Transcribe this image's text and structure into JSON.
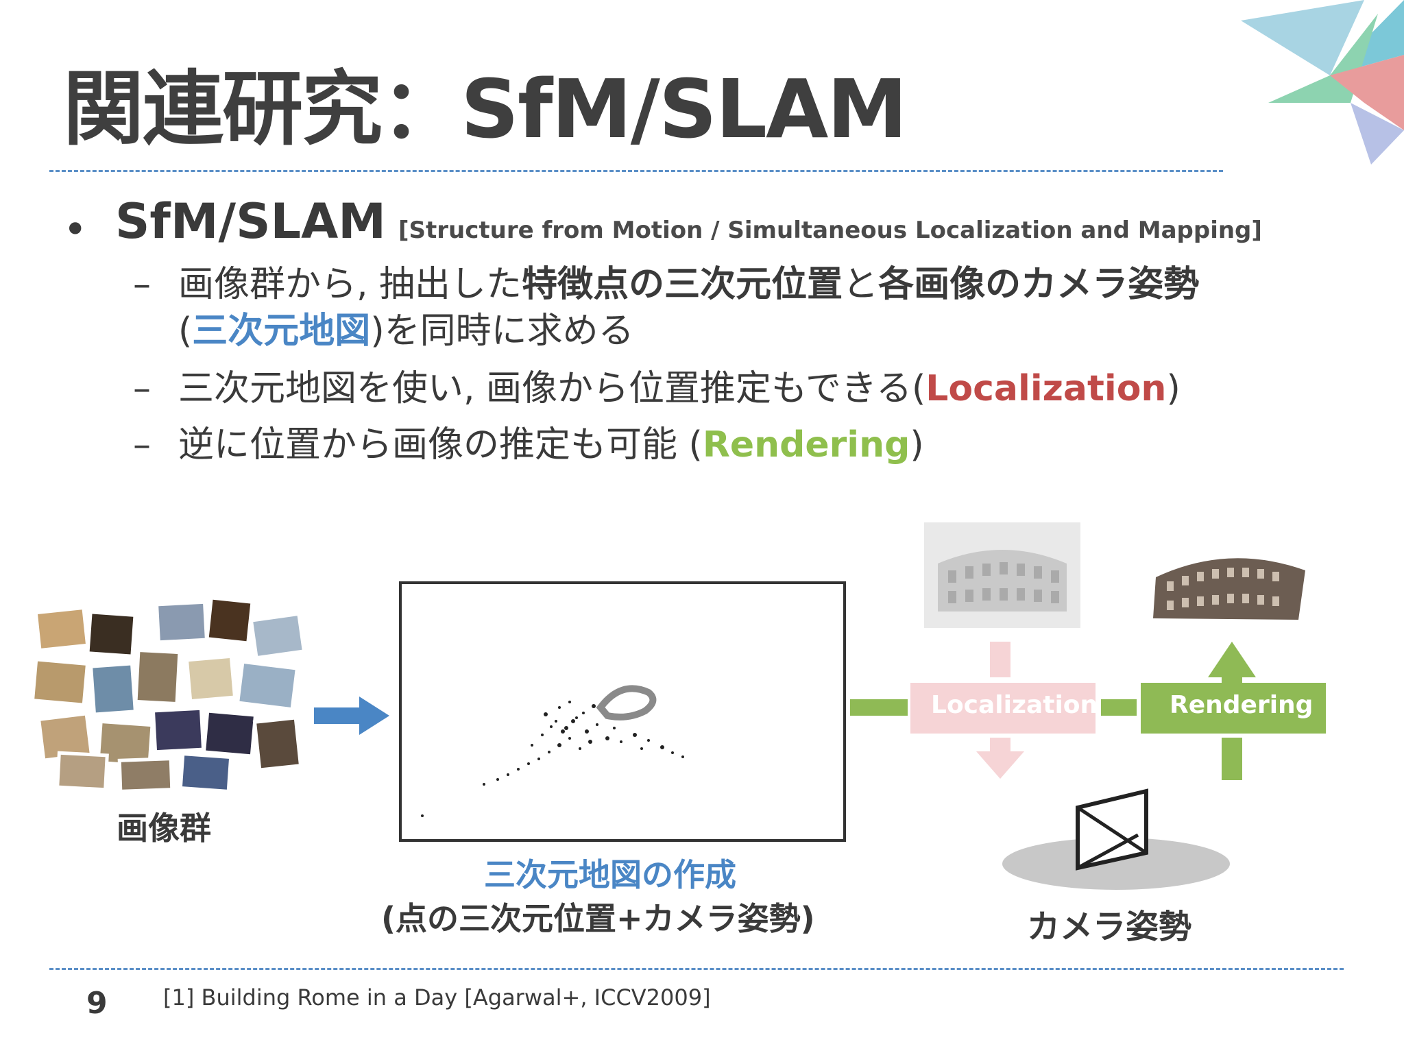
{
  "slide": {
    "title": "関連研究：SfM/SLAM",
    "page_number": "9",
    "footnote": "[1] Building Rome in a Day [Agarwal+, ICCV2009]"
  },
  "bullet": {
    "marker": "•",
    "heading": "SfM/SLAM",
    "heading_note": "[Structure from Motion / Simultaneous Localization and Mapping]",
    "dash": "–",
    "line1": {
      "part1": "画像群から, 抽出した",
      "bold1": "特徴点の三次元位置",
      "part2": "と",
      "bold2": "各画像のカメラ姿勢"
    },
    "line1b": {
      "open": "(",
      "blue": "三次元地図",
      "close": ")を同時に求める"
    },
    "line2": {
      "text": "三次元地図を使い, 画像から位置推定もできる(",
      "red": "Localization",
      "close": ")"
    },
    "line3": {
      "text": "逆に位置から画像の推定も可能 (",
      "green": "Rendering",
      "close": ")"
    }
  },
  "diagram": {
    "images_label": "画像群",
    "map_label_line1": "三次元地図の作成",
    "map_label_line2": "(点の三次元位置+カメラ姿勢)",
    "localization_label": "Localization",
    "rendering_label": "Rendering",
    "camera_label": "カメラ姿勢",
    "colors": {
      "accent_blue": "#4a86c5",
      "localization_red": "#c04a48",
      "rendering_green": "#8fba55",
      "localization_pink": "#f6d4d6"
    }
  }
}
